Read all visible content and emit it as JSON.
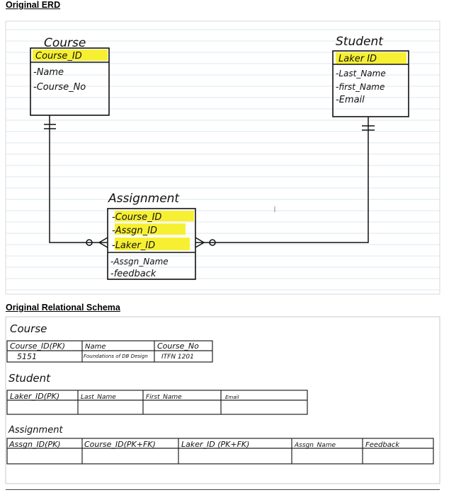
{
  "headings": {
    "erd": "Original ERD",
    "relational": "Original Relational Schema"
  },
  "erd": {
    "course": {
      "title": "Course",
      "key": "Course_ID",
      "attributes": [
        "-Name",
        "-Course_No"
      ]
    },
    "student": {
      "title": "Student",
      "key": "Laker ID",
      "attributes": [
        "-Last_Name",
        "-first_Name",
        "-Email"
      ]
    },
    "assignment": {
      "title": "Assignment",
      "keys": [
        "-Course_ID",
        "-Assgn_ID",
        "-Laker_ID"
      ],
      "attributes": [
        "-Assgn_Name",
        "-feedback"
      ]
    },
    "colors": {
      "highlight": "#f7f032",
      "line": "#111111",
      "grid": "#cfe0ee"
    }
  },
  "schema": {
    "course": {
      "title": "Course",
      "headers": [
        "Course_ID(PK)",
        "Name",
        "Course_No"
      ],
      "row": [
        "5151",
        "Foundations of DB Design",
        "ITFN 1201"
      ]
    },
    "student": {
      "title": "Student",
      "headers": [
        "Laker_ID(PK)",
        "Last_Name",
        "First_Name",
        "Email"
      ]
    },
    "assignment": {
      "title": "Assignment",
      "headers": [
        "Assgn_ID(PK)",
        "Course_ID(PK+FK)",
        "Laker_ID (PK+FK)",
        "Assgn_Name",
        "Feedback"
      ]
    }
  }
}
